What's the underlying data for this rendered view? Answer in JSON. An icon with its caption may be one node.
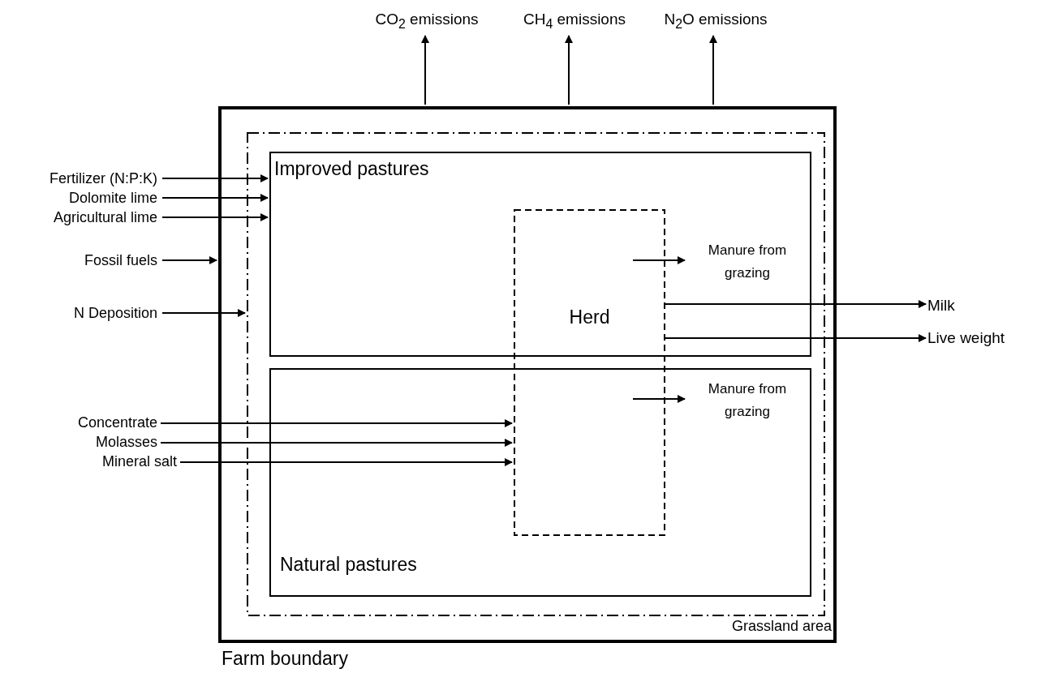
{
  "diagram": {
    "nodes": [
      {
        "text": [
          "Farm boundary"
        ]
      },
      {
        "text": [
          "Grassland area"
        ],
        "in": 0
      },
      {
        "text": [
          "Improved pastures"
        ],
        "in": 1
      },
      {
        "text": [
          "Natural pastures"
        ],
        "in": 1
      },
      {
        "text": [
          "Herd"
        ],
        "in": 1
      },
      {
        "text": [
          "Fertilizer (N:P:K)"
        ]
      },
      {
        "text": [
          "Dolomite lime"
        ]
      },
      {
        "text": [
          "Agricultural lime"
        ]
      },
      {
        "text": [
          "Fossil fuels"
        ]
      },
      {
        "text": [
          "N Deposition"
        ]
      },
      {
        "text": [
          "Concentrate"
        ]
      },
      {
        "text": [
          "Molasses"
        ]
      },
      {
        "text": [
          "Mineral salt"
        ]
      },
      {
        "text": [
          "CO$_{2}$ emissions"
        ]
      },
      {
        "text": [
          "CH$_{4}$ emissions"
        ]
      },
      {
        "text": [
          "N$_{2}$O emissions"
        ]
      },
      {
        "text": [
          "Manure from grazing"
        ],
        "in": 2
      },
      {
        "text": [
          "Manure from grazing"
        ],
        "in": 3
      },
      {
        "text": [
          "Milk"
        ]
      },
      {
        "text": [
          "Live weight"
        ]
      }
    ],
    "edges": [
      {
        "from": 5,
        "to": 2,
        "arrow": "to"
      },
      {
        "from": 6,
        "to": 2,
        "arrow": "to"
      },
      {
        "from": 7,
        "to": 2,
        "arrow": "to"
      },
      {
        "from": 8,
        "to": 0,
        "arrow": "to"
      },
      {
        "from": 9,
        "to": 1,
        "arrow": "to"
      },
      {
        "from": 10,
        "to": 4,
        "arrow": "to"
      },
      {
        "from": 11,
        "to": 4,
        "arrow": "to"
      },
      {
        "from": 12,
        "to": 4,
        "arrow": "to"
      },
      {
        "from": 0,
        "to": 13,
        "arrow": "to"
      },
      {
        "from": 0,
        "to": 14,
        "arrow": "to"
      },
      {
        "from": 0,
        "to": 15,
        "arrow": "to"
      },
      {
        "from": 4,
        "to": 16,
        "arrow": "to"
      },
      {
        "from": 4,
        "to": 17,
        "arrow": "to"
      },
      {
        "from": 4,
        "to": 18,
        "arrow": "to"
      },
      {
        "from": 4,
        "to": 19,
        "arrow": "to"
      }
    ]
  }
}
